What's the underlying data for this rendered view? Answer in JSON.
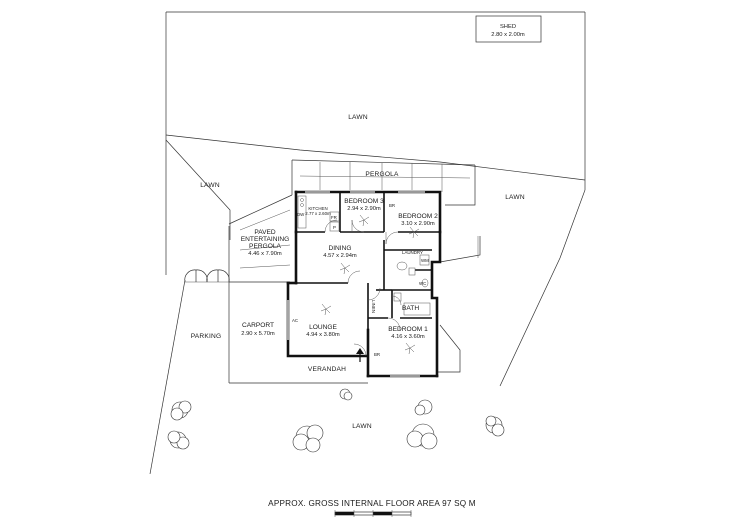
{
  "plan": {
    "outdoor": {
      "shed_title": "SHED",
      "shed_dim": "2.80 x 2.00m",
      "lawn": "LAWN",
      "pergola": "PERGOLA",
      "paved_line1": "PAVED",
      "paved_line2": "ENTERTAINING",
      "paved_line3": "PERGOLA",
      "paved_dim": "4.46 x 7.90m",
      "parking": "PARKING",
      "carport": "CARPORT",
      "carport_dim": "2.90 x 5.70m",
      "verandah": "VERANDAH"
    },
    "rooms": {
      "bedroom3": "BEDROOM 3",
      "bedroom3_dim": "2.94 x 2.90m",
      "bedroom2": "BEDROOM 2",
      "bedroom2_dim": "3.10 x 2.90m",
      "bedroom1": "BEDROOM 1",
      "bedroom1_dim": "4.16 x 3.60m",
      "kitchen": "KITCHEN",
      "kitchen_dim": "2.77 x 2.60m",
      "dining": "DINING",
      "dining_dim": "4.57 x 2.94m",
      "lounge": "LOUNGE",
      "lounge_dim": "4.94 x 3.80m",
      "bath": "BATH",
      "wc": "WC",
      "laundry": "LAUNDRY",
      "linen": "LINEN"
    },
    "fixtures": {
      "br": "BR",
      "dw": "DW",
      "fr": "FR",
      "p": "P",
      "ac": "AC",
      "wm": "WM"
    },
    "footer": {
      "floor_area": "APPROX. GROSS INTERNAL FLOOR AREA  97 SQ M"
    }
  }
}
